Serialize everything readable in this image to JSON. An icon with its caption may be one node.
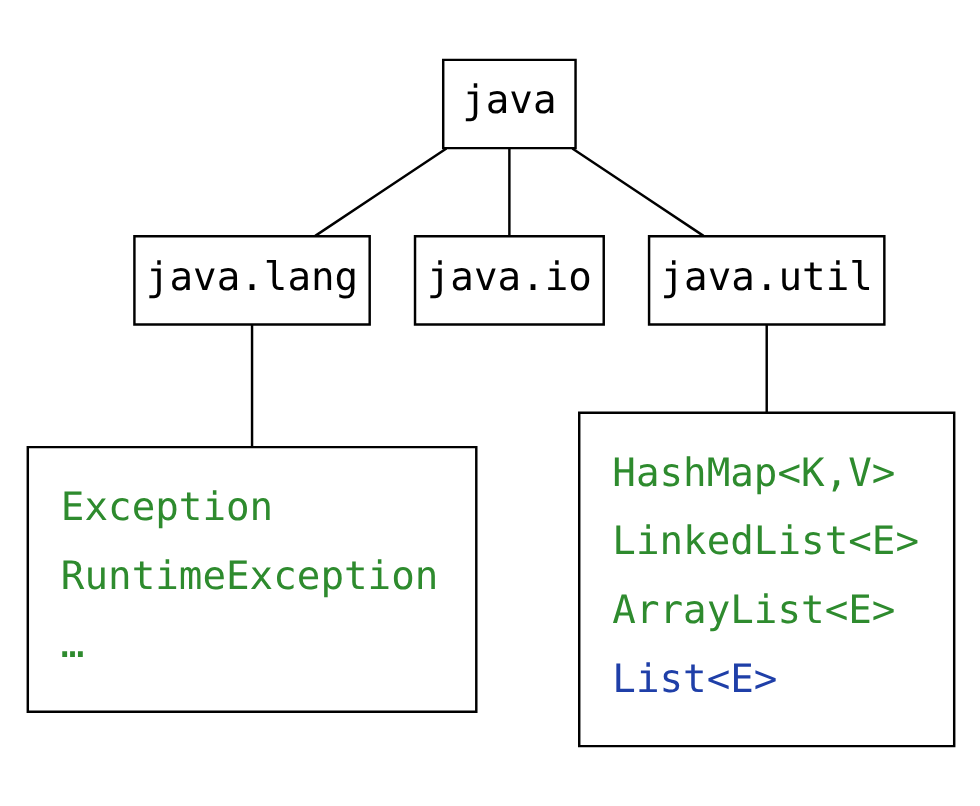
{
  "diagram": {
    "nodes": [
      {
        "text": [
          "java"
        ]
      },
      {
        "text": [
          "java.lang"
        ]
      },
      {
        "text": [
          "java.io"
        ]
      },
      {
        "text": [
          "java.util"
        ]
      },
      {
        "text": [
          "Exception",
          "RuntimeException",
          "…"
        ]
      },
      {
        "text": [
          "HashMap<K,V>",
          "LinkedList<E>",
          "ArrayList<E>",
          "List<E>"
        ]
      }
    ],
    "edges": [
      {
        "from": 0,
        "to": 1,
        "arrow": "none"
      },
      {
        "from": 0,
        "to": 2,
        "arrow": "none"
      },
      {
        "from": 0,
        "to": 3,
        "arrow": "none"
      },
      {
        "from": 1,
        "to": 4,
        "arrow": "none"
      },
      {
        "from": 3,
        "to": 5,
        "arrow": "none"
      }
    ]
  }
}
